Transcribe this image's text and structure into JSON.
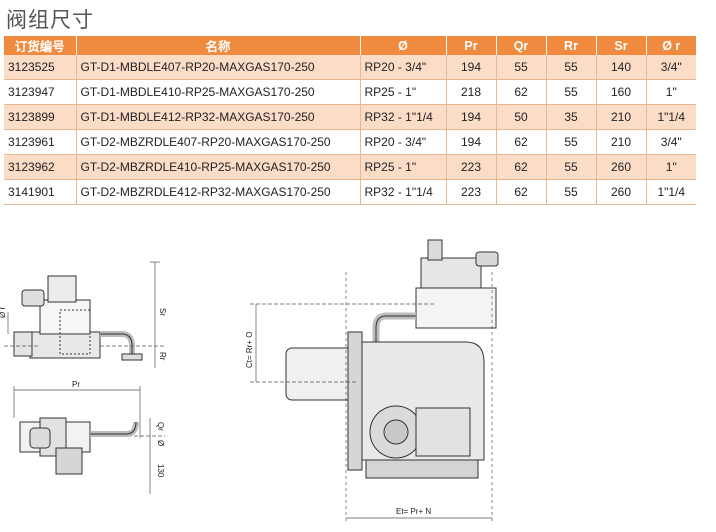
{
  "page": {
    "title": "阀组尺寸"
  },
  "table": {
    "headers": [
      "订货编号",
      "名称",
      "Ø",
      "Pr",
      "Qr",
      "Rr",
      "Sr",
      "Ø r"
    ],
    "rows": [
      [
        "3123525",
        "GT-D1-MBDLE407-RP20-MAXGAS170-250",
        "RP20 - 3/4\"",
        "194",
        "55",
        "55",
        "140",
        "3/4\""
      ],
      [
        "3123947",
        "GT-D1-MBDLE410-RP25-MAXGAS170-250",
        "RP25 - 1\"",
        "218",
        "62",
        "55",
        "160",
        "1\""
      ],
      [
        "3123899",
        "GT-D1-MBDLE412-RP32-MAXGAS170-250",
        "RP32 - 1\"1/4",
        "194",
        "50",
        "35",
        "210",
        "1\"1/4"
      ],
      [
        "3123961",
        "GT-D2-MBZRDLE407-RP20-MAXGAS170-250",
        "RP20 - 3/4\"",
        "194",
        "62",
        "55",
        "210",
        "3/4\""
      ],
      [
        "3123962",
        "GT-D2-MBZRDLE410-RP25-MAXGAS170-250",
        "RP25 - 1\"",
        "223",
        "62",
        "55",
        "260",
        "1\""
      ],
      [
        "3141901",
        "GT-D2-MBZRDLE412-RP32-MAXGAS170-250",
        "RP32 - 1\"1/4",
        "223",
        "62",
        "55",
        "260",
        "1\"1/4"
      ]
    ],
    "colors": {
      "header_bg": "#f08a3e",
      "shade_bg": "#fbdcc6",
      "border": "#e9b790"
    }
  },
  "drawings": {
    "front_labels": {
      "sr": "Sr",
      "rr": "Rr",
      "or": "Ø r"
    },
    "top_labels": {
      "pr": "Pr",
      "qr": "Qr",
      "o": "Ø",
      "d130": "130"
    },
    "burner_labels": {
      "ct": "Ct= Rr+ O",
      "et": "Et= Pr+ N"
    }
  }
}
